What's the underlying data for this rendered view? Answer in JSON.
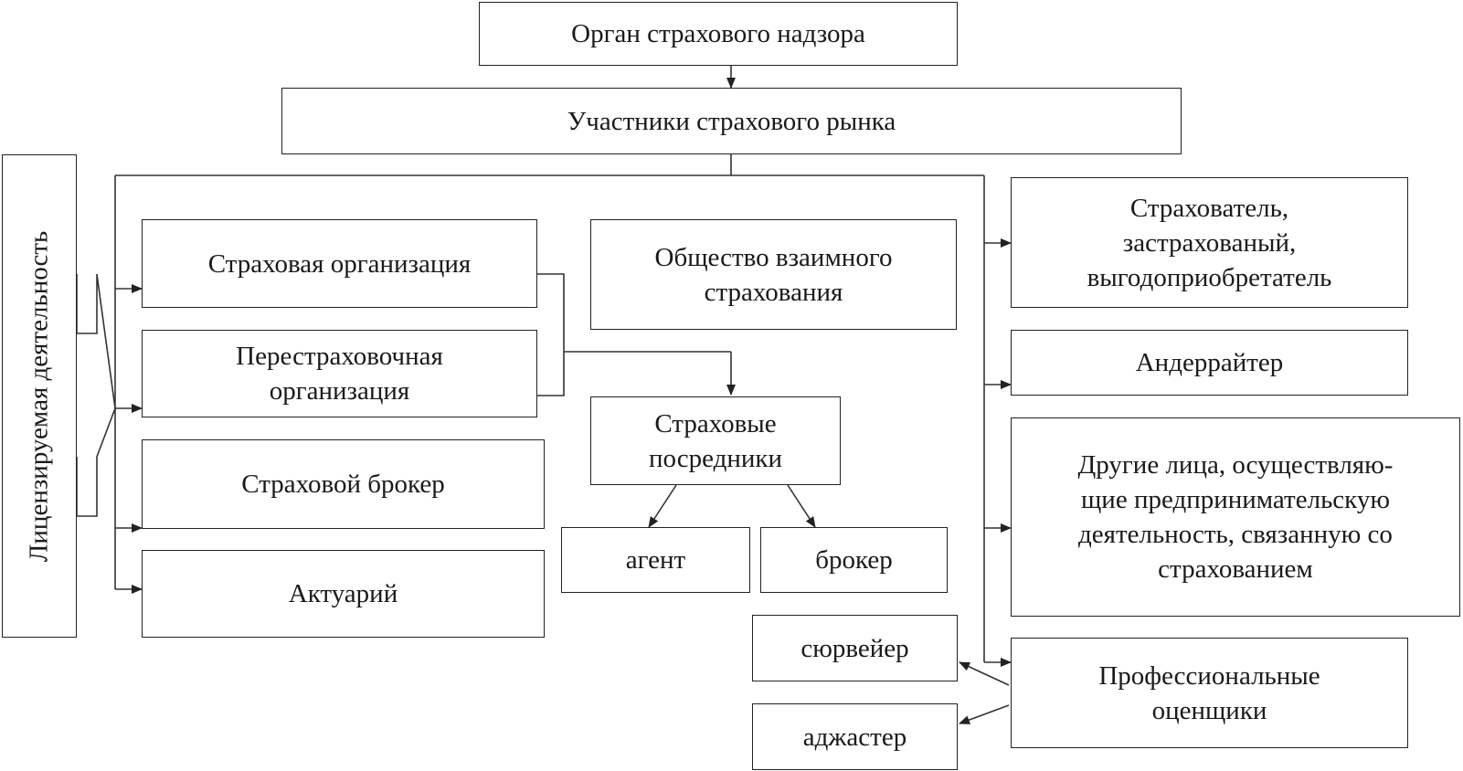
{
  "diagram": {
    "supervisory_body": "Орган страхового надзора",
    "market_participants": "Участники страхового рынка",
    "licensed_activity": "Лицензируемая деятельность",
    "insurance_org": "Страховая организация",
    "reinsurance_org": "Перестраховочная\nорганизация",
    "insurance_broker": "Страховой брокер",
    "actuary": "Актуарий",
    "mutual_society": "Общество взаимного\nстрахования",
    "intermediaries": "Страховые\nпосредники",
    "agent": "агент",
    "broker": "брокер",
    "surveyor": "сюрвейер",
    "adjuster": "аджастер",
    "policyholder": "Страхователь,\nзастрахованый,\nвыгодоприобретатель",
    "underwriter": "Андеррайтер",
    "other_persons": "Другие лица, осуществляю-\nщие предпринимательскую\nдеятельность, связанную со\nстрахованием",
    "appraisers": "Профессиональные\nоценщики"
  }
}
